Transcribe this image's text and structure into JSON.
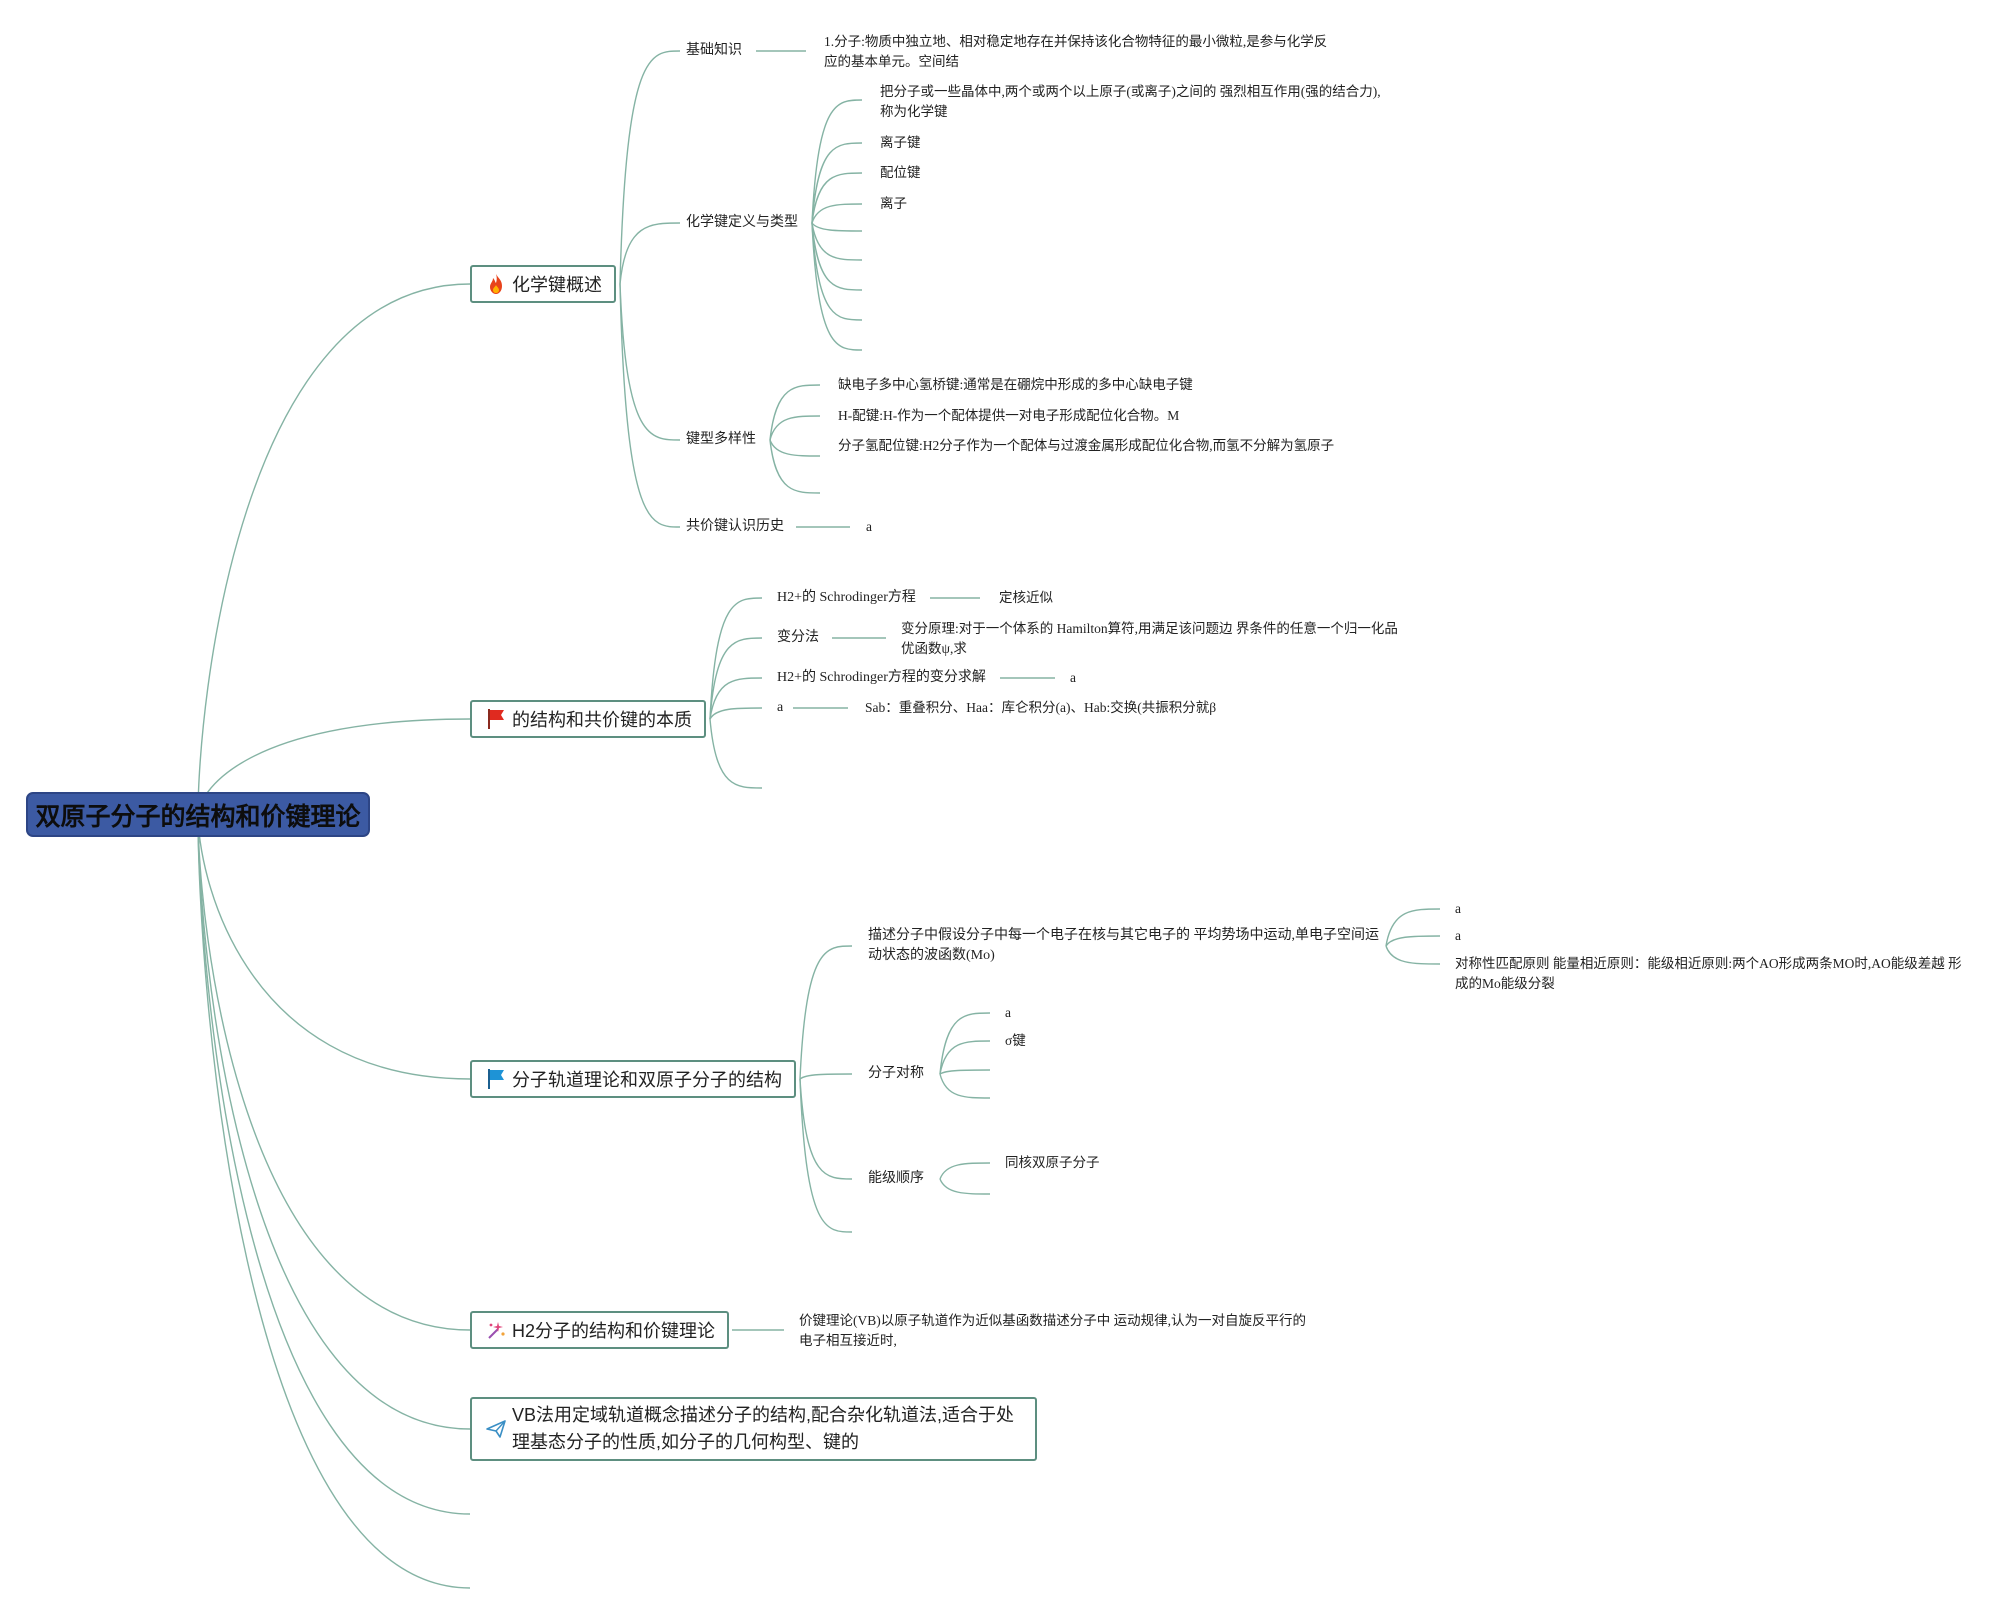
{
  "root": {
    "title": "双原子分子的结构和价键理论"
  },
  "branches": [
    {
      "title": "化学键概述",
      "icon": "fire-icon",
      "icon_color": "#e8421b",
      "children": [
        {
          "label": "基础知识",
          "leaves": [
            "1.分子:物质中独立地、相对稳定地存在并保持该化合物特征的最小微粒,是参与化学反应的基本单元。空间结"
          ]
        },
        {
          "label": "化学键定义与类型",
          "leaves": [
            "把分子或一些晶体中,两个或两个以上原子(或离子)之间的 强烈相互作用(强的结合力),称为化学键",
            "离子键",
            "配位键",
            "离子"
          ]
        },
        {
          "label": "键型多样性",
          "leaves": [
            "缺电子多中心氢桥键:通常是在硼烷中形成的多中心缺电子键",
            "H-配键:H-作为一个配体提供一对电子形成配位化合物。M",
            "分子氢配位键:H2分子作为一个配体与过渡金属形成配位化合物,而氢不分解为氢原子"
          ]
        },
        {
          "label": "共价键认识历史",
          "leaves": [
            "a"
          ]
        }
      ]
    },
    {
      "title": "的结构和共价键的本质",
      "icon": "red-flag-icon",
      "icon_color": "#e02a1f",
      "children": [
        {
          "label": "H2+的 Schrodinger方程",
          "leaves": [
            "定核近似"
          ]
        },
        {
          "label": "变分法",
          "leaves": [
            "变分原理:对于一个体系的 Hamilton算符,用满足该问题边 界条件的任意一个归一化品优函数ψ,求"
          ]
        },
        {
          "label": "H2+的 Schrodinger方程的变分求解",
          "leaves": [
            "a"
          ]
        },
        {
          "label": "a",
          "leaves": [
            "Sab：重叠积分、Haa：库仑积分(a)、Hab:交换(共振积分就β"
          ]
        }
      ]
    },
    {
      "title": "分子轨道理论和双原子分子的结构",
      "icon": "blue-flag-icon",
      "icon_color": "#1e93d6",
      "children": [
        {
          "label": "描述分子中假设分子中每一个电子在核与其它电子的 平均势场中运动,单电子空间运动状态的波函数(Mo)",
          "leaves": [
            "a",
            "a",
            "对称性匹配原则 能量相近原则：能级相近原则:两个AO形成两条MO时,AO能级差越 形成的Mo能级分裂"
          ]
        },
        {
          "label": "分子对称",
          "leaves": [
            "a",
            "σ键"
          ]
        },
        {
          "label": "能级顺序",
          "leaves": [
            "同核双原子分子"
          ]
        }
      ]
    },
    {
      "title": "H2分子的结构和价键理论",
      "icon": "sparkle-icon",
      "icon_color": "#e0457b",
      "children": [
        {
          "label": "价键理论(VB)以原子轨道作为近似基函数描述分子中 运动规律,认为一对自旋反平行的电子相互接近时,",
          "leaves": []
        }
      ]
    },
    {
      "title": "VB法用定域轨道概念描述分子的结构,配合杂化轨道法,适合于处理基态分子的性质,如分子的几何构型、键的",
      "icon": "paper-plane-icon",
      "icon_color": "#3a8fc5",
      "children": []
    }
  ]
}
